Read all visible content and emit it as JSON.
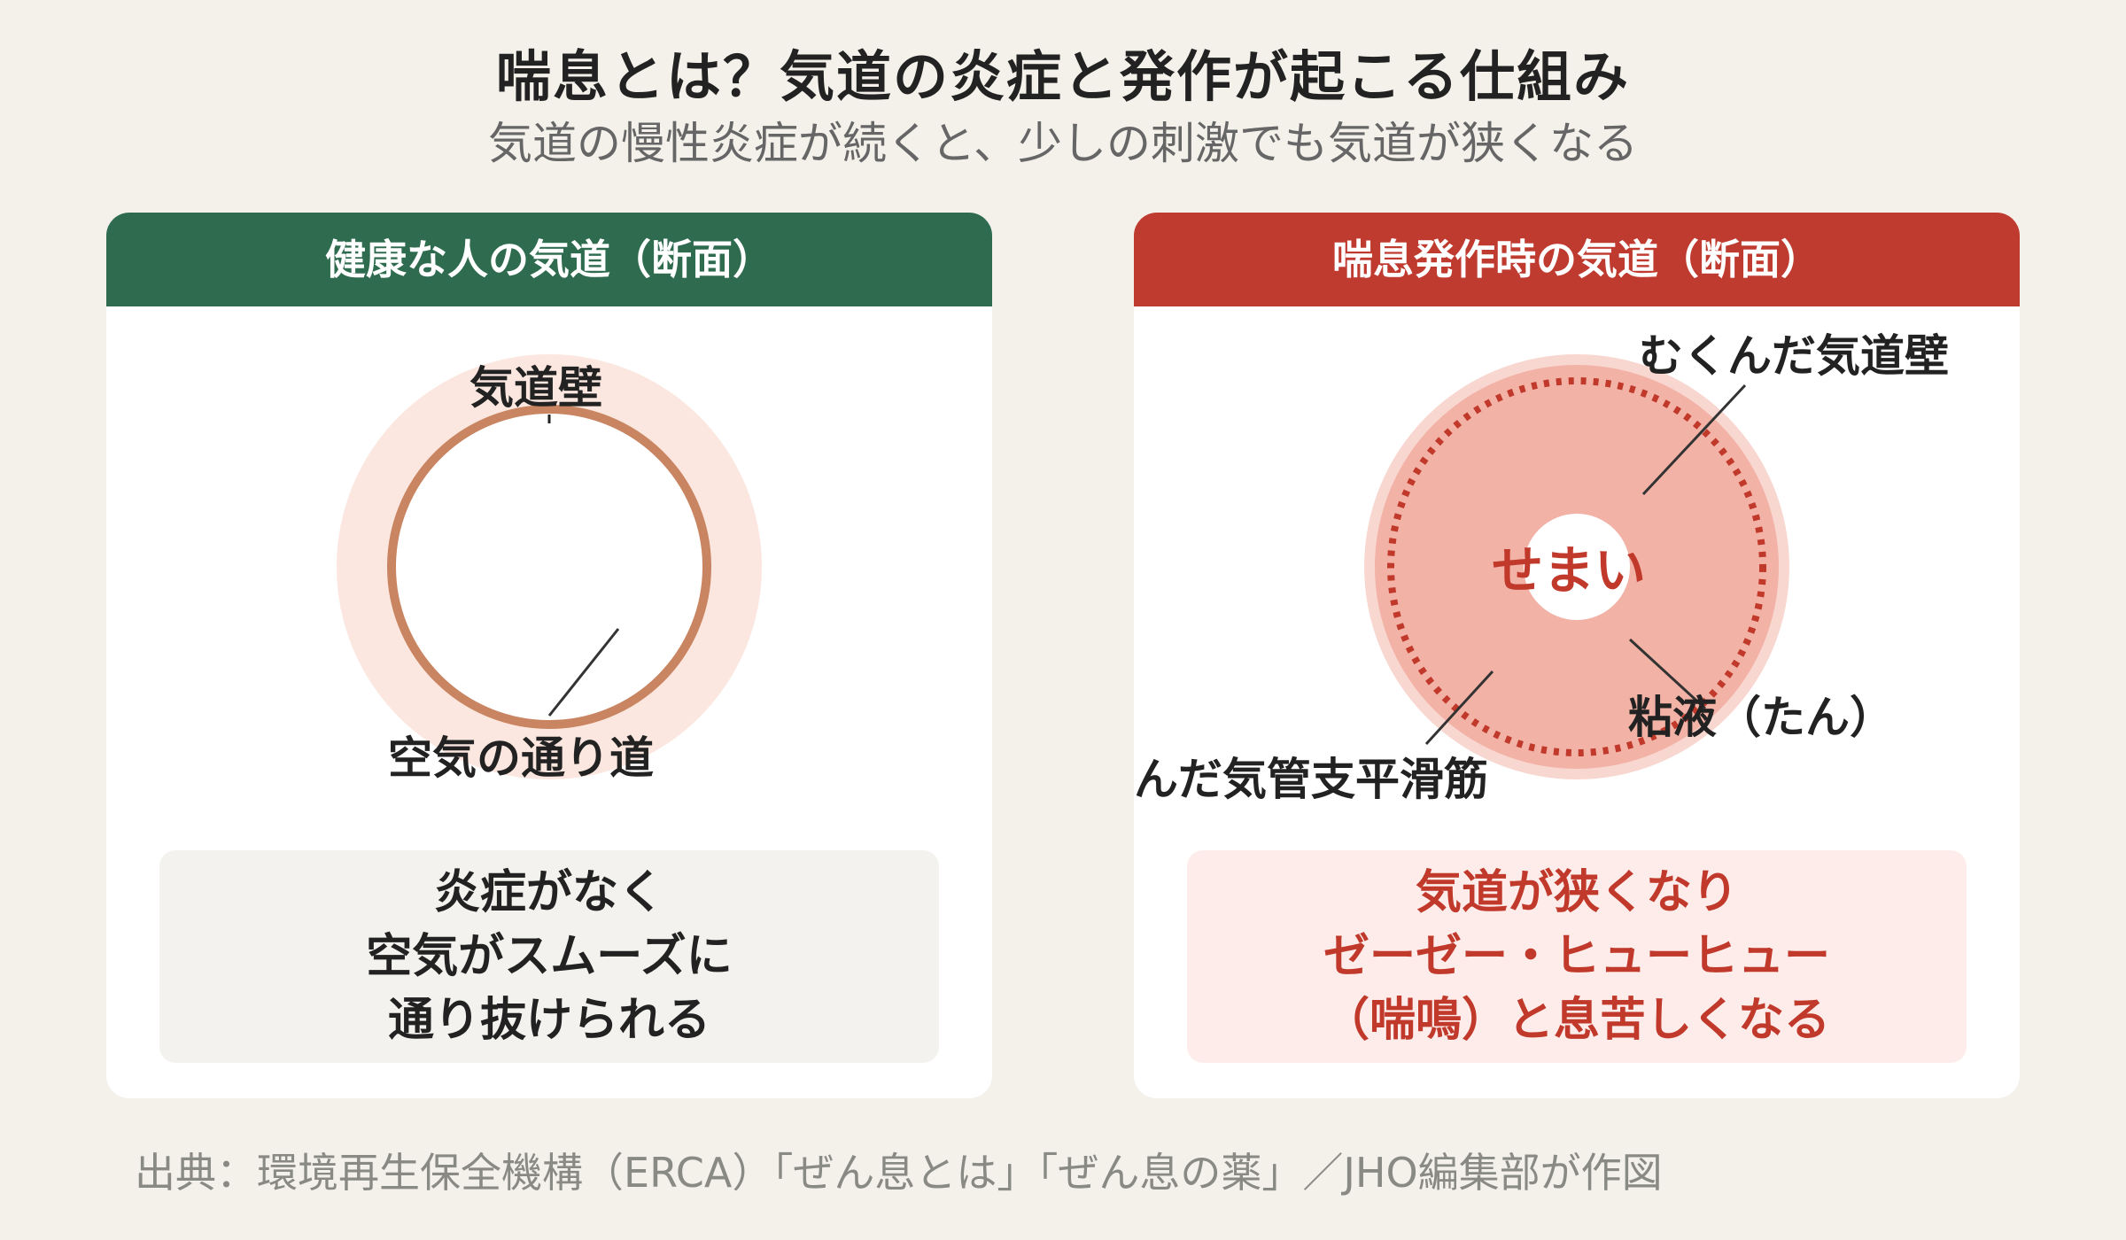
{
  "title": "喘息とは？気道の炎症と発作が起こる仕組み",
  "subtitle": "気道の慢性炎症が続くと、少しの刺激でも気道が狭くなる",
  "panels": {
    "healthy": {
      "header": "健康な人の気道（断面）",
      "label_wall": "気道壁",
      "label_passage": "空気の通り道",
      "caption": [
        "炎症がなく",
        "空気がスムーズに",
        "通り抜けられる"
      ]
    },
    "attack": {
      "header": "喘息発作時の気道（断面）",
      "label_center": "せまい",
      "label_swollen": "むくんだ気道壁",
      "label_mucus": "粘液（たん）",
      "label_muscle": "縮んだ気管支平滑筋",
      "caption": [
        "気道が狭くなり",
        "ゼーゼー・ヒューヒュー",
        "（喘鳴）と息苦しくなる"
      ]
    }
  },
  "source": "出典：環境再生保全機構（ERCA）「ぜん息とは」「ぜん息の薬」／JHO編集部が作図",
  "colors": {
    "background": "#f3f1ea",
    "healthy_header": "#2e6b4f",
    "attack_header": "#bf3a2f",
    "healthy_halo": "#fbe7df",
    "healthy_ring": "#c98561",
    "attack_tissue": "#f2b2a6",
    "attack_halo": "#f9d7d1",
    "attack_muscle": "#c0392b"
  }
}
